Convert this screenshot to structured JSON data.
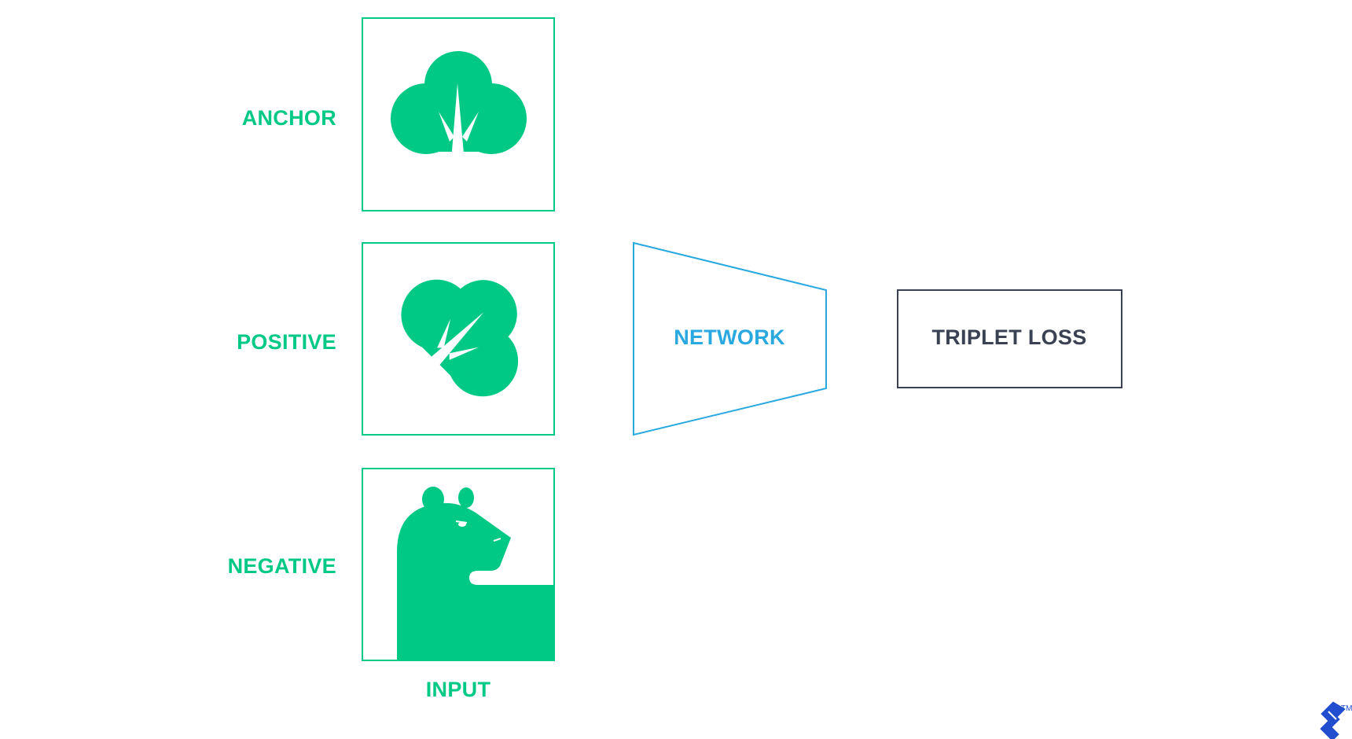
{
  "colors": {
    "green": "#00c985",
    "blue": "#2aa8e0",
    "dark": "#3a4152",
    "logo_blue": "#204ecf",
    "background": "#ffffff"
  },
  "inputs": [
    {
      "label": "ANCHOR",
      "icon": "tree-icon"
    },
    {
      "label": "POSITIVE",
      "icon": "tilted-tree-icon"
    },
    {
      "label": "NEGATIVE",
      "icon": "bear-icon"
    }
  ],
  "input_caption": "INPUT",
  "network": {
    "label": "NETWORK"
  },
  "loss": {
    "label": "TRIPLET LOSS"
  },
  "logo": {
    "icon": "toptal-logo-icon",
    "trademark": "TM"
  }
}
